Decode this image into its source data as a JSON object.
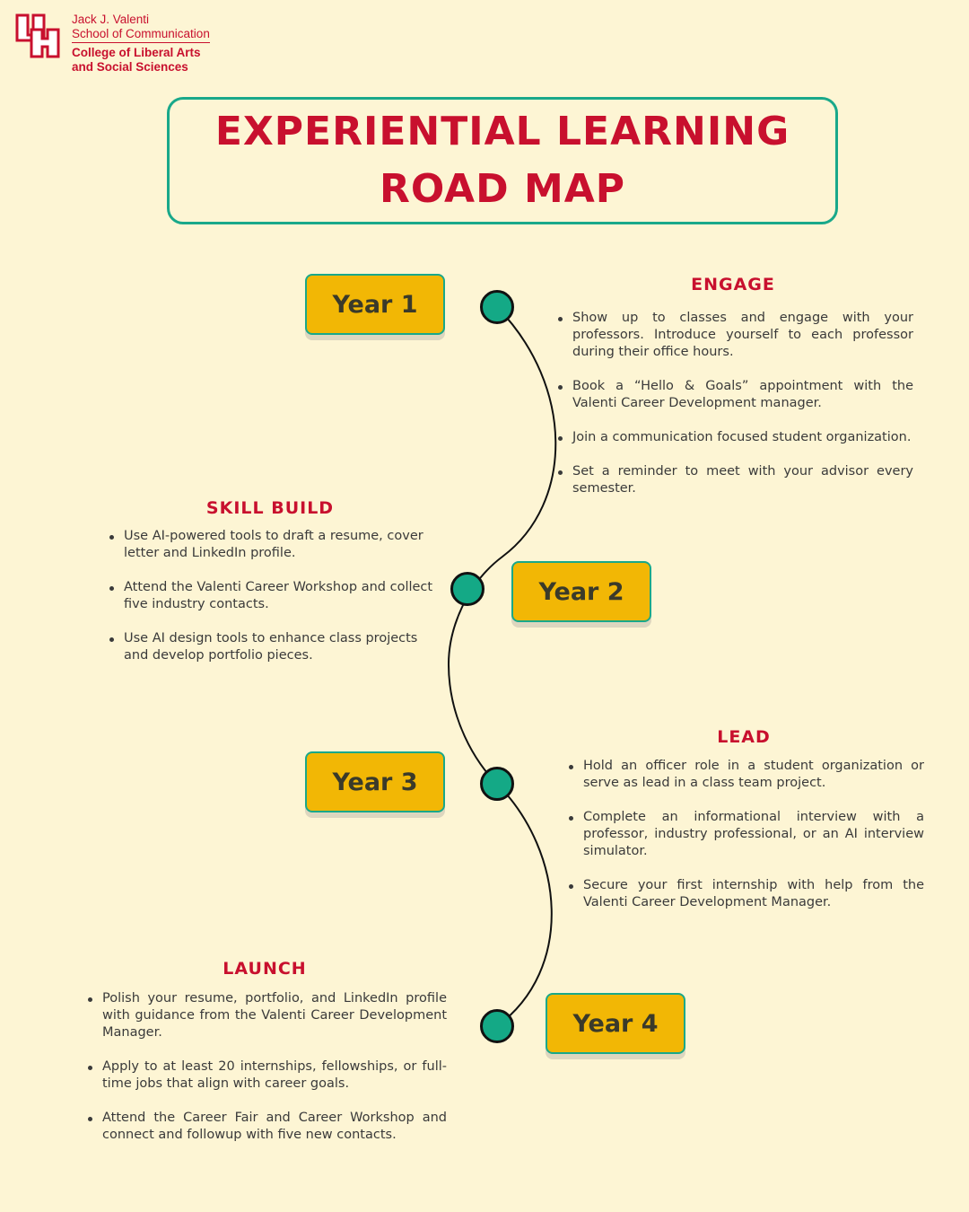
{
  "logo": {
    "school_line1": "Jack J. Valenti",
    "school_line2": "School of Communication",
    "college_line1": "College of Liberal Arts",
    "college_line2": "and Social Sciences",
    "mark_text": "UH",
    "brand_color": "#c8102e"
  },
  "title": {
    "line1": "EXPERIENTIAL LEARNING",
    "line2": "ROAD MAP"
  },
  "colors": {
    "background": "#fdf5d4",
    "accent_red": "#c8102e",
    "teal": "#14a986",
    "year_badge": "#f2b705"
  },
  "years": [
    {
      "label": "Year 1"
    },
    {
      "label": "Year 2"
    },
    {
      "label": "Year 3"
    },
    {
      "label": "Year 4"
    }
  ],
  "sections": [
    {
      "heading": "ENGAGE",
      "items": [
        "Show up to classes and engage with your professors. Introduce yourself to each professor during their office hours.",
        "Book a “Hello & Goals” appointment with the Valenti Career Development manager.",
        "Join a communication focused student organization.",
        "Set a reminder to meet with your advisor every semester."
      ]
    },
    {
      "heading": "SKILL BUILD",
      "items": [
        "Use AI-powered tools to draft a resume, cover letter and LinkedIn profile.",
        "Attend the Valenti Career Workshop and collect five industry contacts.",
        "Use AI design tools to enhance class projects and develop portfolio pieces."
      ]
    },
    {
      "heading": "LEAD",
      "items": [
        "Hold an officer role in a student organization or serve as lead in a class team project.",
        "Complete an informational interview with a professor, industry professional, or an AI interview simulator.",
        "Secure your first internship with help from the Valenti Career Development Manager."
      ]
    },
    {
      "heading": "LAUNCH",
      "items": [
        "Polish your resume, portfolio, and LinkedIn profile with guidance from the Valenti Career Development Manager.",
        "Apply to at least 20 internships, fellowships, or full-time jobs that align with career goals.",
        "Attend the Career Fair and Career Workshop and connect and followup with five new contacts."
      ]
    }
  ]
}
